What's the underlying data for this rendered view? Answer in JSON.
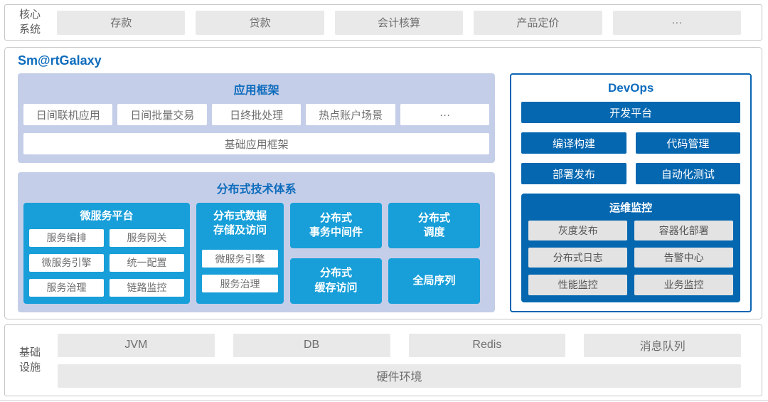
{
  "colors": {
    "accent_blue": "#0e6cbd",
    "cyan": "#189fd9",
    "dark_blue": "#0567b0",
    "devops_border": "#0b65b2",
    "panel_lavender": "#c5cee8",
    "chip_gray": "#e9e9e9"
  },
  "core_systems": {
    "label_line1": "核心",
    "label_line2": "系统",
    "items": [
      "存款",
      "贷款",
      "会计核算",
      "产品定价",
      "···"
    ]
  },
  "galaxy": {
    "title": "Sm@rtGalaxy",
    "app_framework": {
      "title": "应用框架",
      "items": [
        "日间联机应用",
        "日间批量交易",
        "日终批处理",
        "热点账户场景",
        "···"
      ],
      "base": "基础应用框架"
    },
    "distributed": {
      "title": "分布式技术体系",
      "microservice": {
        "title": "微服务平台",
        "items": [
          "服务编排",
          "服务网关",
          "微服务引擎",
          "统一配置",
          "服务治理",
          "链路监控"
        ]
      },
      "storage": {
        "title_line1": "分布式数据",
        "title_line2": "存储及访问",
        "items": [
          "微服务引擎",
          "服务治理"
        ]
      },
      "blocks": {
        "transaction": {
          "line1": "分布式",
          "line2": "事务中间件"
        },
        "scheduling": {
          "line1": "分布式",
          "line2": "调度"
        },
        "cache": {
          "line1": "分布式",
          "line2": "缓存访问"
        },
        "sequence": {
          "label": "全局序列"
        }
      }
    },
    "devops": {
      "title": "DevOps",
      "platform": "开发平台",
      "tools": [
        "编译构建",
        "代码管理",
        "部署发布",
        "自动化测试"
      ],
      "ops": {
        "title": "运维监控",
        "items": [
          "灰度发布",
          "容器化部署",
          "分布式日志",
          "告警中心",
          "性能监控",
          "业务监控"
        ]
      }
    }
  },
  "infrastructure": {
    "label_line1": "基础",
    "label_line2": "设施",
    "items": [
      "JVM",
      "DB",
      "Redis",
      "消息队列"
    ],
    "base": "硬件环境"
  }
}
